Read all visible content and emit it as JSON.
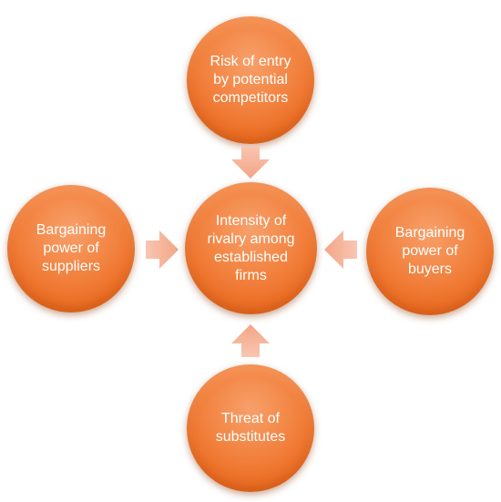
{
  "diagram": {
    "center": "Intensity of\nrivalry among\nestablished\nfirms",
    "top": "Risk of entry\nby potential\ncompetitors",
    "left": "Bargaining\npower of\nsuppliers",
    "right": "Bargaining\npower of\nbuyers",
    "bottom": "Threat of\nsubstitutes"
  },
  "colors": {
    "node_fill": "#F2823F",
    "arrow_fill": "#F6B9A3",
    "text": "#FFFFFF"
  }
}
